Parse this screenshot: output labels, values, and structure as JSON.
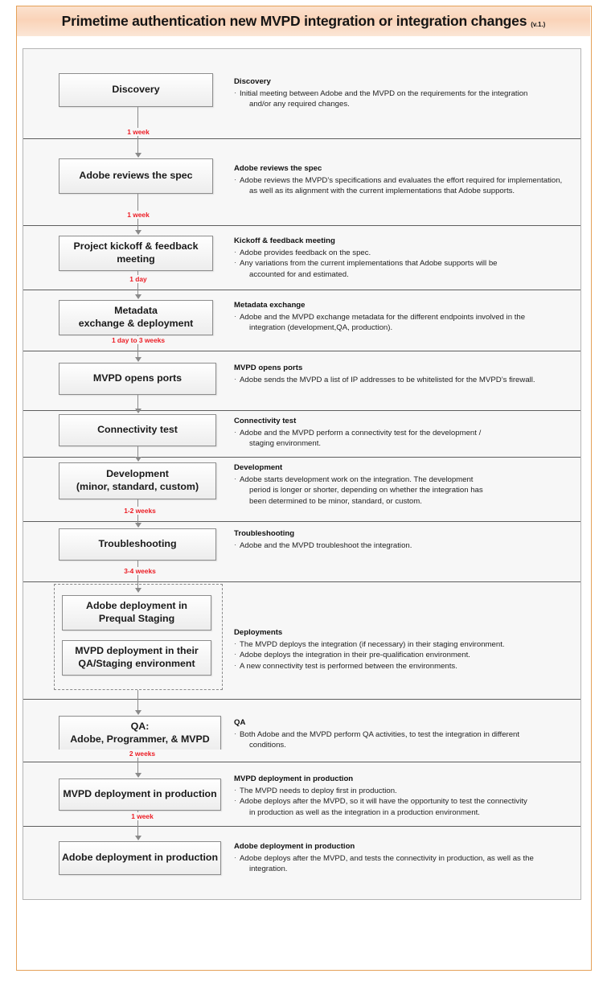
{
  "title": {
    "text": "Primetime authentication new MVPD integration or integration changes",
    "version": "(v.1.)"
  },
  "colors": {
    "accent_border": "#e5a158",
    "title_bg": "#fad3b8",
    "duration_text": "#ec1c24",
    "row_bg": "#f7f7f7",
    "node_border": "#8d8d8d"
  },
  "steps": [
    {
      "node": "Discovery",
      "duration": "1 week",
      "heading": "Discovery",
      "bullets": [
        {
          "text": "Initial meeting between Adobe and the MVPD on the requirements for the integration",
          "cont": "and/or any required changes."
        }
      ]
    },
    {
      "node": "Adobe reviews the spec",
      "duration": "1 week",
      "heading": "Adobe reviews the spec",
      "bullets": [
        {
          "text": "Adobe reviews the MVPD’s specifications and evaluates the effort required for implementation,",
          "cont": "as well as its alignment with the current implementations that Adobe supports."
        }
      ]
    },
    {
      "node_lines": [
        "Project kickoff & feedback",
        "meeting"
      ],
      "duration": "1 day",
      "heading": "Kickoff & feedback meeting",
      "bullets": [
        {
          "text": "Adobe provides feedback on the spec.",
          "cont": ""
        },
        {
          "text": "Any variations from the current implementations that Adobe supports will be",
          "cont": "accounted for and estimated."
        }
      ]
    },
    {
      "node_lines": [
        "Metadata",
        "exchange & deployment"
      ],
      "duration": "1 day to 3 weeks",
      "heading": "Metadata exchange",
      "bullets": [
        {
          "text": "Adobe and the MVPD exchange metadata for the different endpoints involved in the",
          "cont": "integration (development,QA, production)."
        }
      ]
    },
    {
      "node": "MVPD opens ports",
      "duration": "",
      "heading": "MVPD opens ports",
      "bullets": [
        {
          "text": "Adobe sends the MVPD a list of IP addresses to be whitelisted for the MVPD’s firewall.",
          "cont": ""
        }
      ]
    },
    {
      "node": "Connectivity test",
      "duration": "",
      "heading": "Connectivity test",
      "bullets": [
        {
          "text": "Adobe and the MVPD perform a connectivity test for the development /",
          "cont": "staging environment."
        }
      ]
    },
    {
      "node_lines": [
        "Development",
        "(minor, standard, custom)"
      ],
      "duration": "1-2 weeks",
      "heading": "Development",
      "bullets": [
        {
          "text": "Adobe starts development work on the integration. The development",
          "cont": "period is longer or shorter, depending on whether the integration has",
          "cont2": "been determined to be minor, standard, or custom."
        }
      ]
    },
    {
      "node": "Troubleshooting",
      "duration": "3-4 weeks",
      "heading": "Troubleshooting",
      "bullets": [
        {
          "text": "Adobe and the MVPD troubleshoot the integration.",
          "cont": ""
        }
      ]
    },
    {
      "node_group": [
        [
          "Adobe deployment in",
          "Prequal Staging"
        ],
        [
          "MVPD deployment in their",
          "QA/Staging environment"
        ]
      ],
      "duration": "",
      "heading": "Deployments",
      "bullets": [
        {
          "text": "The MVPD deploys the integration (if necessary) in their staging environment.",
          "cont": ""
        },
        {
          "text": "Adobe deploys the integration in their pre-qualification environment.",
          "cont": ""
        },
        {
          "text": "A new connectivity test is performed between the environments.",
          "cont": ""
        }
      ]
    },
    {
      "node_lines": [
        "QA:",
        "Adobe, Programmer, & MVPD"
      ],
      "duration": "2 weeks",
      "heading": "QA",
      "bullets": [
        {
          "text": "Both Adobe and the MVPD perform QA activities, to test the integration in different",
          "cont": "conditions."
        }
      ]
    },
    {
      "node": "MVPD deployment in production",
      "duration": "1 week",
      "heading": "MVPD deployment in production",
      "bullets": [
        {
          "text": "The MVPD needs to deploy first in production.",
          "cont": ""
        },
        {
          "text": "Adobe deploys after the MVPD, so it will have the opportunity to test the connectivity",
          "cont": "in production as well as the integration in a production environment."
        }
      ]
    },
    {
      "node": "Adobe deployment in production",
      "duration": "",
      "heading": "Adobe deployment in production",
      "bullets": [
        {
          "text": "Adobe deploys after the MVPD, and tests the connectivity in production, as well as the",
          "cont": "integration."
        }
      ]
    }
  ]
}
